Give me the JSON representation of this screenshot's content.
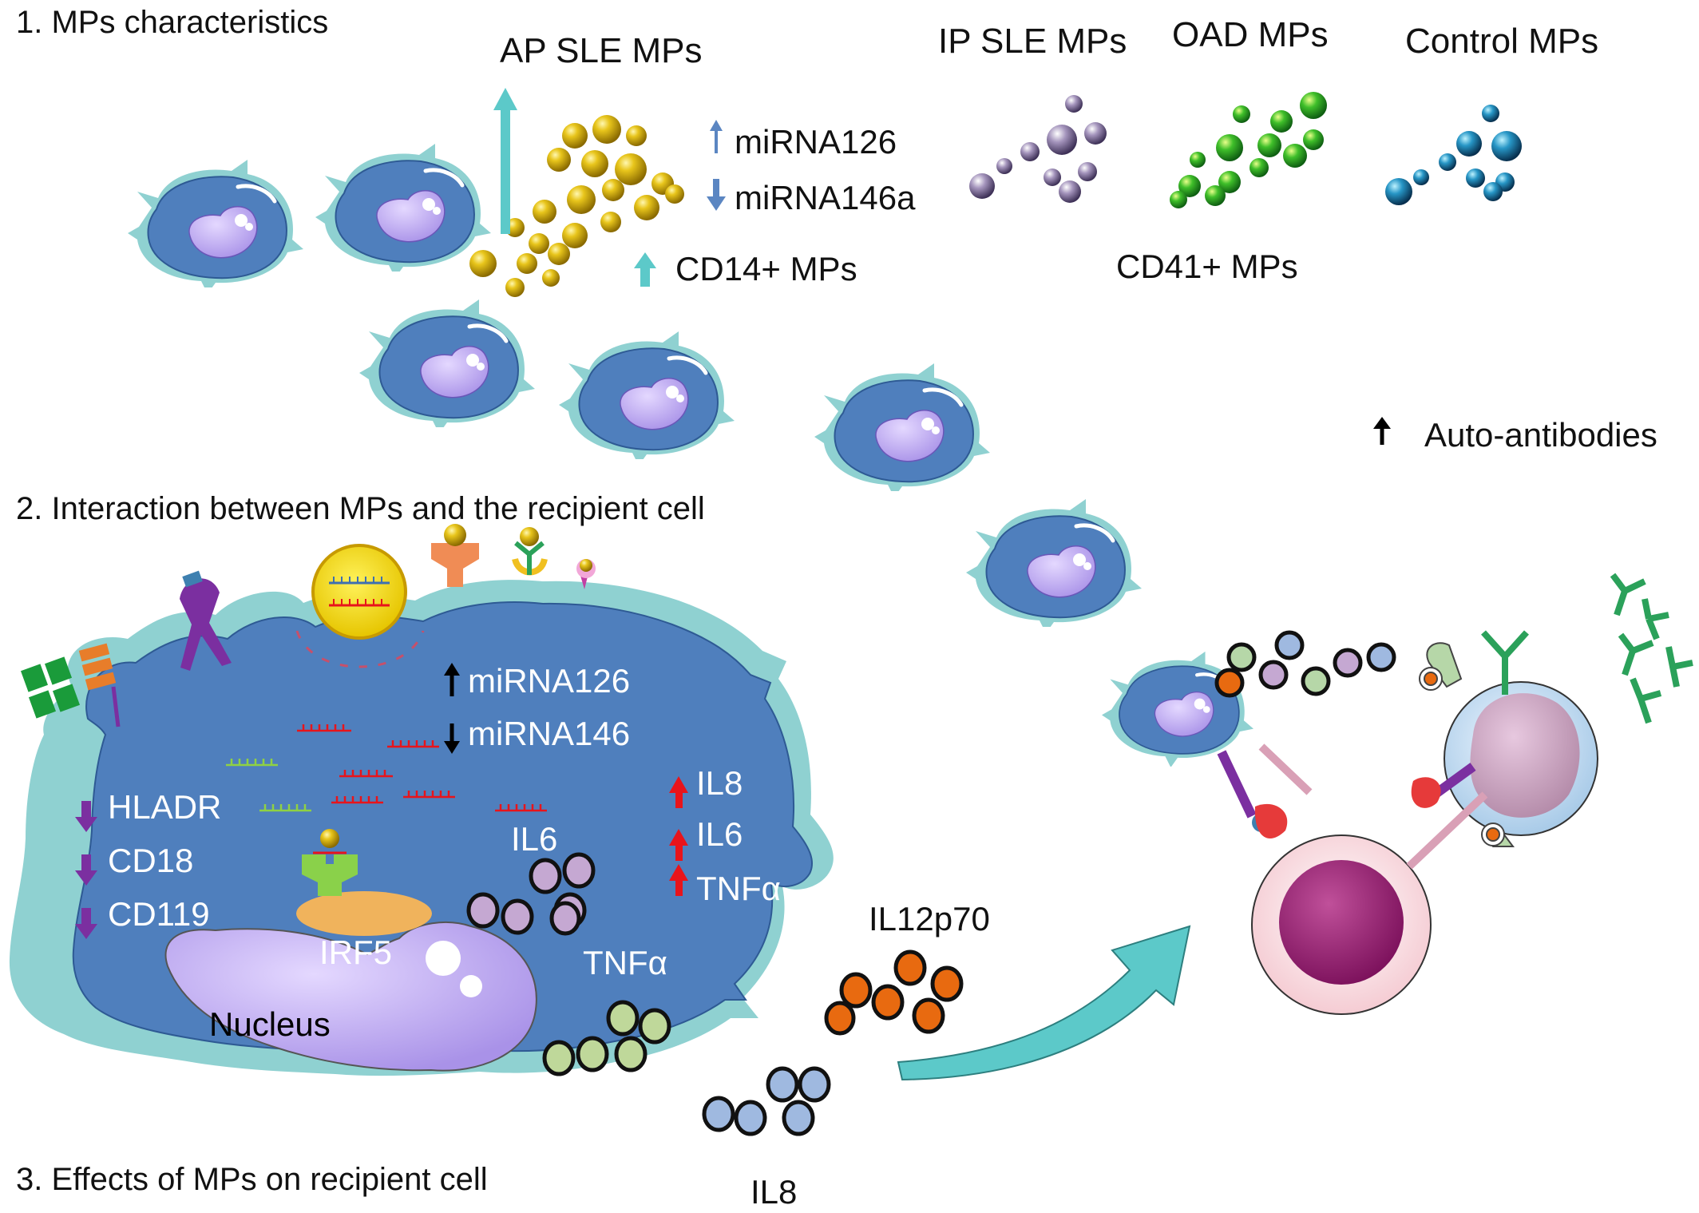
{
  "sections": {
    "s1": "1. MPs characteristics",
    "s2": "2. Interaction between MPs and the recipient cell",
    "s3": "3. Effects of MPs on recipient cell"
  },
  "groups": {
    "ap_sle": "AP SLE MPs",
    "ip_sle": "IP SLE MPs",
    "oad": "OAD MPs",
    "control": "Control MPs"
  },
  "ap_sle_markers": {
    "mirna126": "miRNA126",
    "mirna146a": "miRNA146a",
    "cd14": "CD14+ MPs"
  },
  "cd41": "CD41+ MPs",
  "auto_antibodies": "Auto-antibodies",
  "recipient_cell": {
    "mirna126": "miRNA126",
    "mirna146": "miRNA146",
    "down_markers": [
      "HLADR",
      "CD18",
      "CD119"
    ],
    "up_cytokines": [
      "IL8",
      "IL6",
      "TNFα"
    ],
    "irf5": "IRF5",
    "nucleus": "Nucleus",
    "inner_il6": "IL6",
    "inner_tnfa": "TNFα"
  },
  "secreted": {
    "il12p70": "IL12p70",
    "il8": "IL8"
  },
  "colors": {
    "cell_blue": "#4f7fbd",
    "cell_rim": "#8fd1d1",
    "nucleus": "#c8b4f3",
    "ap_sle_particle": "#e6c21a",
    "ip_sle_particle": "#8a7aa6",
    "oad_particle": "#36b52d",
    "control_particle": "#2a8fbf",
    "up_arrow_red": "#e8141b",
    "down_arrow_purple": "#7b2fa0",
    "teal_arrow": "#5cc9c9"
  }
}
